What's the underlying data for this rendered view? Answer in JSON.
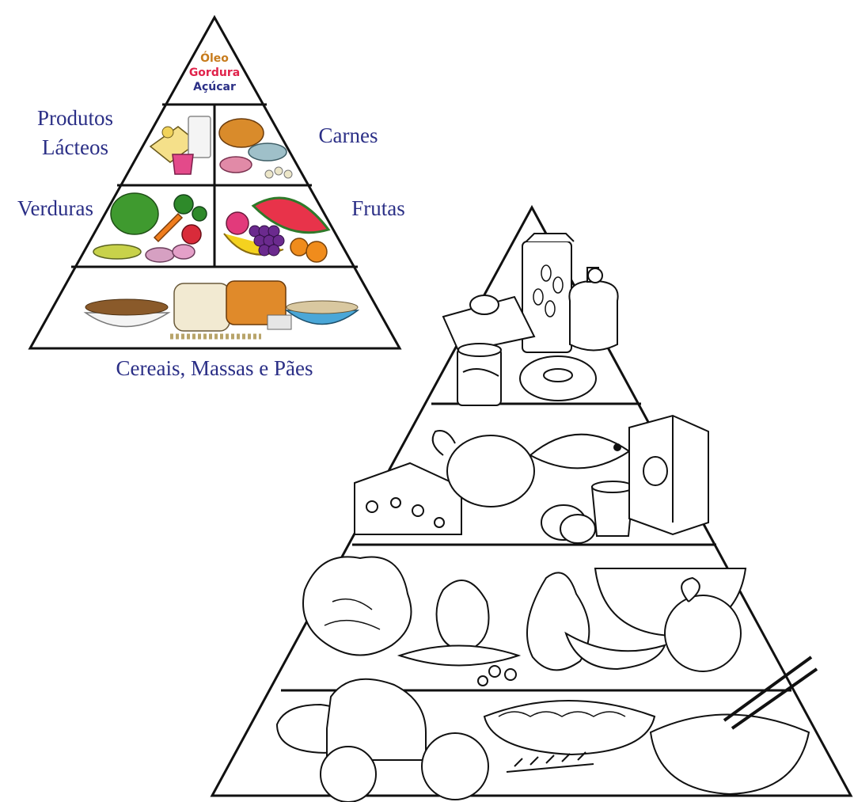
{
  "colored_pyramid": {
    "top_labels": [
      {
        "text": "Óleo",
        "color": "#c77b1c"
      },
      {
        "text": "Gordura",
        "color": "#e0234b"
      },
      {
        "text": "Açúcar",
        "color": "#2b2f86"
      }
    ],
    "labels": {
      "dairy": [
        "Produtos",
        "Lácteos"
      ],
      "meat": "Carnes",
      "vegetables": "Verduras",
      "fruits": "Frutas",
      "grains": "Cereais, Massas e Pães"
    },
    "colors": {
      "label": "#2b2f86",
      "outline": "#111111"
    }
  },
  "outline_pyramid": {
    "levels": [
      "sweets-fats-oils",
      "dairy-meat",
      "vegetables-fruits",
      "grains-bread"
    ]
  }
}
